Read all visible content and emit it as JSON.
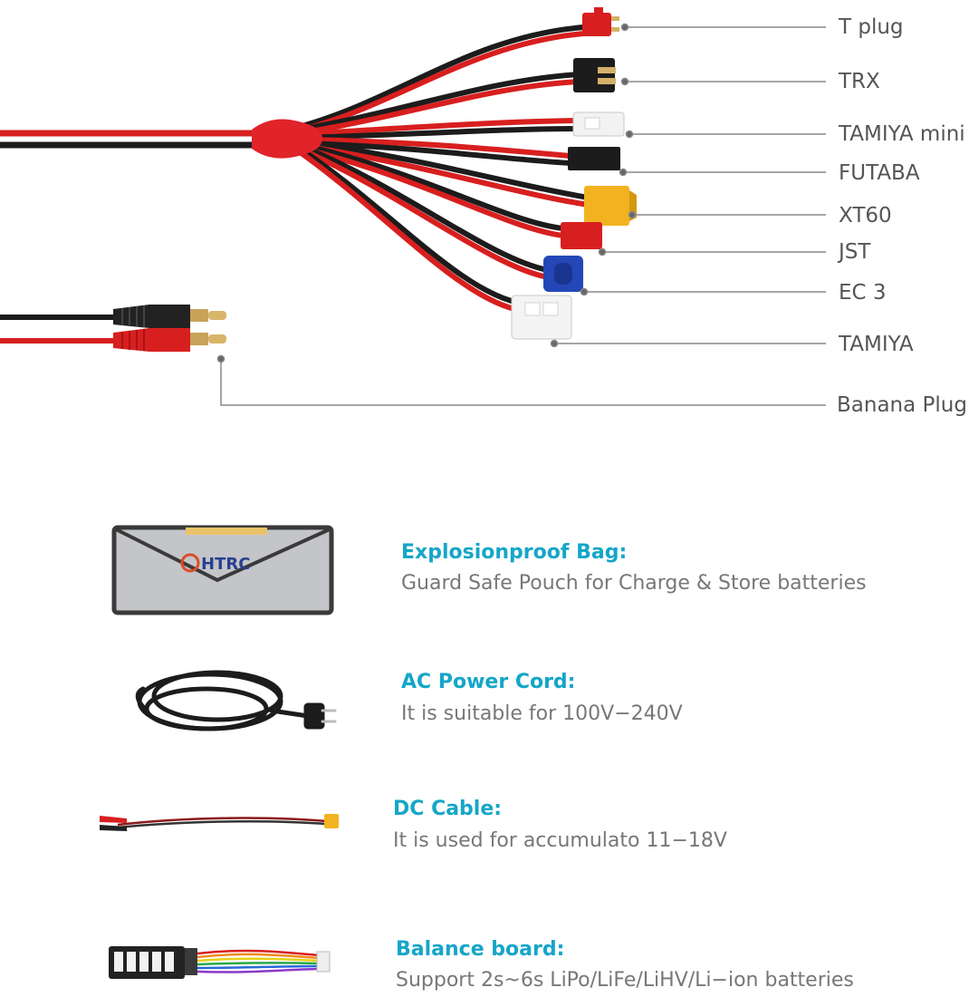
{
  "connectors": {
    "t_plug": "T plug",
    "trx": "TRX",
    "tamiya_mini": "TAMIYA mini",
    "futaba": "FUTABA",
    "xt60": "XT60",
    "jst": "JST",
    "ec3": "EC 3",
    "tamiya": "TAMIYA",
    "banana": "Banana Plug"
  },
  "bag_logo": "HTRC",
  "items": [
    {
      "title": "Explosionproof Bag:",
      "desc": "Guard Safe Pouch for Charge & Store batteries"
    },
    {
      "title": "AC Power Cord:",
      "desc": "It is suitable for 100V−240V"
    },
    {
      "title": "DC Cable:",
      "desc": "It is used for accumulato 11−18V"
    },
    {
      "title": "Balance board:",
      "desc": "Support 2s~6s LiPo/LiFe/LiHV/Li−ion batteries"
    }
  ],
  "colors": {
    "accent": "#15a6c8",
    "wire_red": "#d81f1f",
    "wire_black": "#1c1c1c"
  }
}
